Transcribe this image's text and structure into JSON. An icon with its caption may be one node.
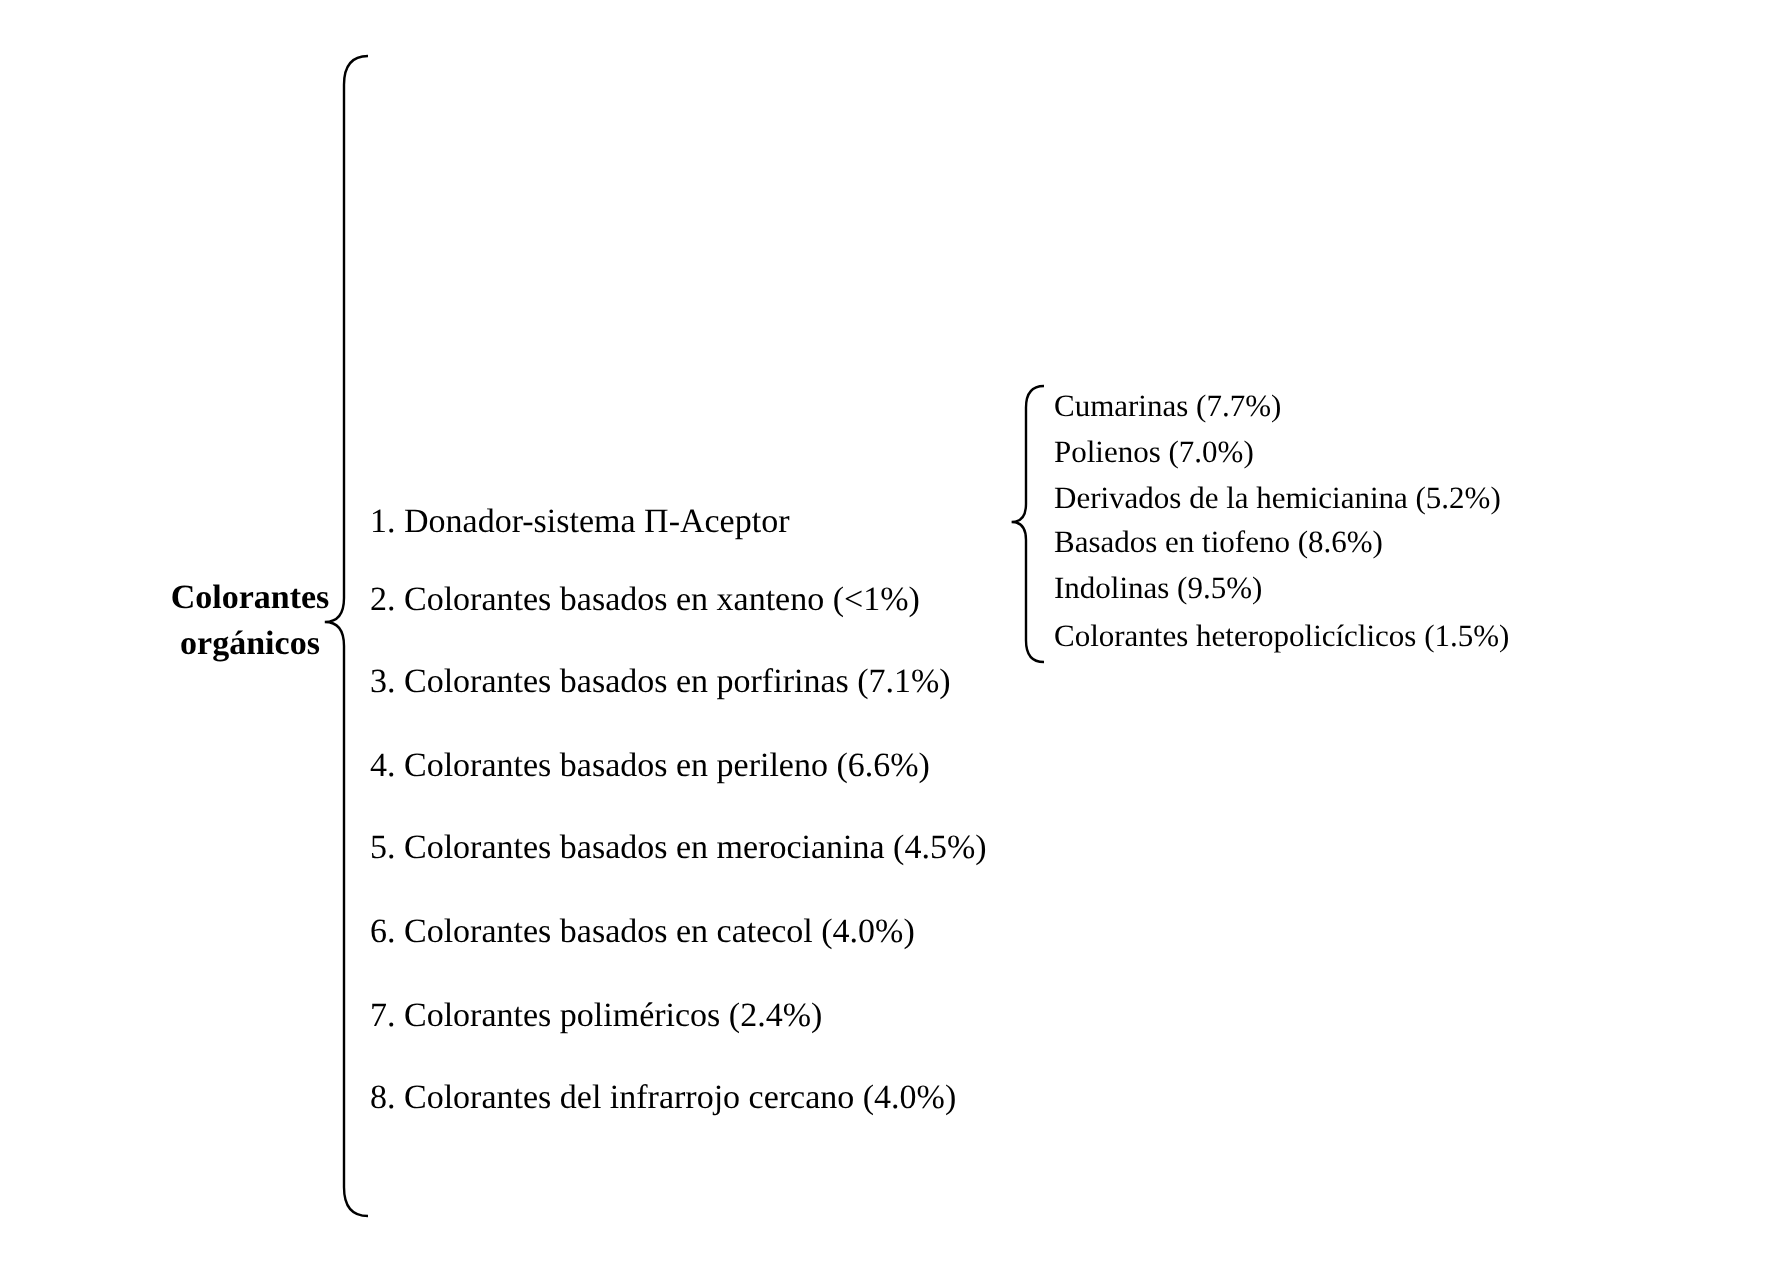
{
  "diagram": {
    "nodes": [
      {
        "text": [
          "Colorantes orgánicos"
        ]
      },
      {
        "text": [
          "1. Donador-sistema Π-Aceptor"
        ]
      },
      {
        "text": [
          "Cumarinas (7.7%)"
        ]
      },
      {
        "text": [
          "Polienos (7.0%)"
        ]
      },
      {
        "text": [
          "Derivados de la hemicianina (5.2%)"
        ]
      },
      {
        "text": [
          "Basados en tiofeno (8.6%)"
        ]
      },
      {
        "text": [
          "Indolinas (9.5%)"
        ]
      },
      {
        "text": [
          "Colorantes heteropolicíclicos (1.5%)"
        ]
      },
      {
        "text": [
          "2. Colorantes basados en xanteno (<1%)"
        ]
      },
      {
        "text": [
          "3. Colorantes basados en porfirinas (7.1%)"
        ]
      },
      {
        "text": [
          "4. Colorantes basados en perileno (6.6%)"
        ]
      },
      {
        "text": [
          "5. Colorantes basados en merocianina (4.5%)"
        ]
      },
      {
        "text": [
          "6. Colorantes basados en catecol (4.0%)"
        ]
      },
      {
        "text": [
          "7. Colorantes poliméricos (2.4%)"
        ]
      },
      {
        "text": [
          "8. Colorantes del infrarrojo cercano (4.0%)"
        ]
      }
    ]
  }
}
